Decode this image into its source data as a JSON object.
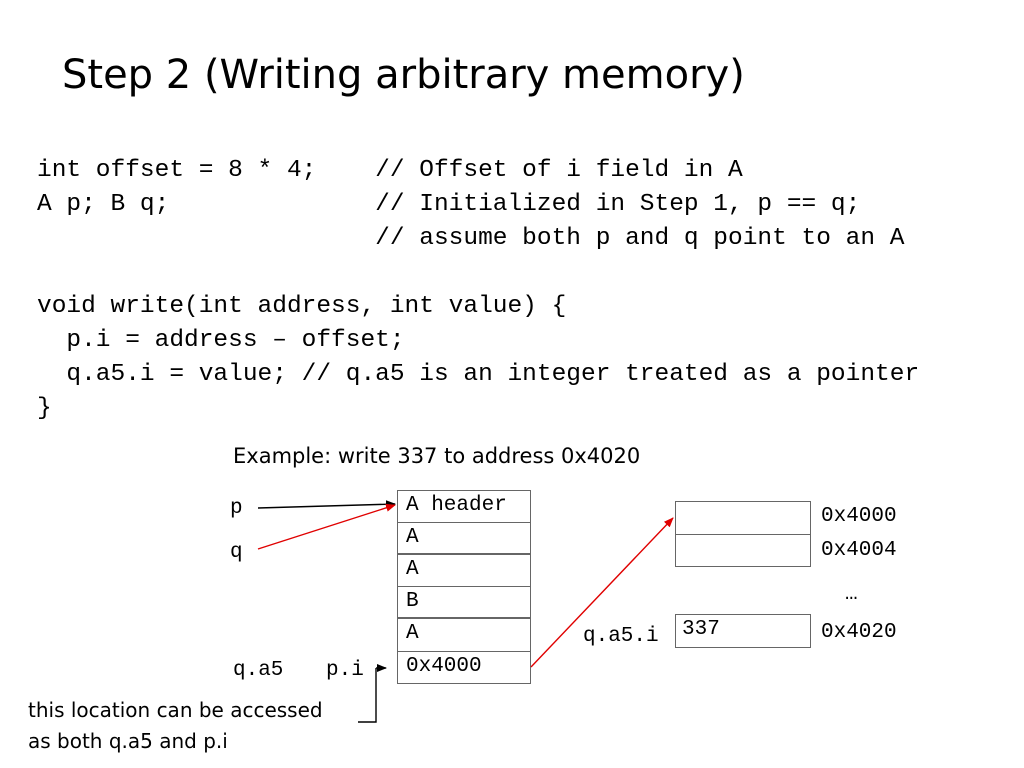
{
  "title": "Step 2 (Writing arbitrary memory)",
  "code_lines": [
    "int offset = 8 * 4;    // Offset of i field in A",
    "A p; B q;              // Initialized in Step 1, p == q;",
    "                       // assume both p and q point to an A",
    "",
    "void write(int address, int value) {",
    "  p.i = address – offset;",
    "  q.a5.i = value; // q.a5 is an integer treated as a pointer",
    "}"
  ],
  "example_caption": "Example: write 337 to address 0x4020",
  "object": {
    "cells": [
      "A header",
      "A",
      "A",
      "B",
      "A",
      "0x4000"
    ]
  },
  "labels": {
    "p": "p",
    "q": "q",
    "q_a5": "q.a5",
    "p_i": "p.i",
    "q_a5_i": "q.a5.i"
  },
  "memory": {
    "addresses": [
      "0x4000",
      "0x4004",
      "0x4020"
    ],
    "ellipsis": "…",
    "stored_value": "337"
  },
  "note_lines": [
    "this location can be accessed",
    "as both q.a5 and p.i"
  ],
  "colors": {
    "arrow_red": "#e00000",
    "arrow_black": "#000000",
    "border": "#666666"
  }
}
